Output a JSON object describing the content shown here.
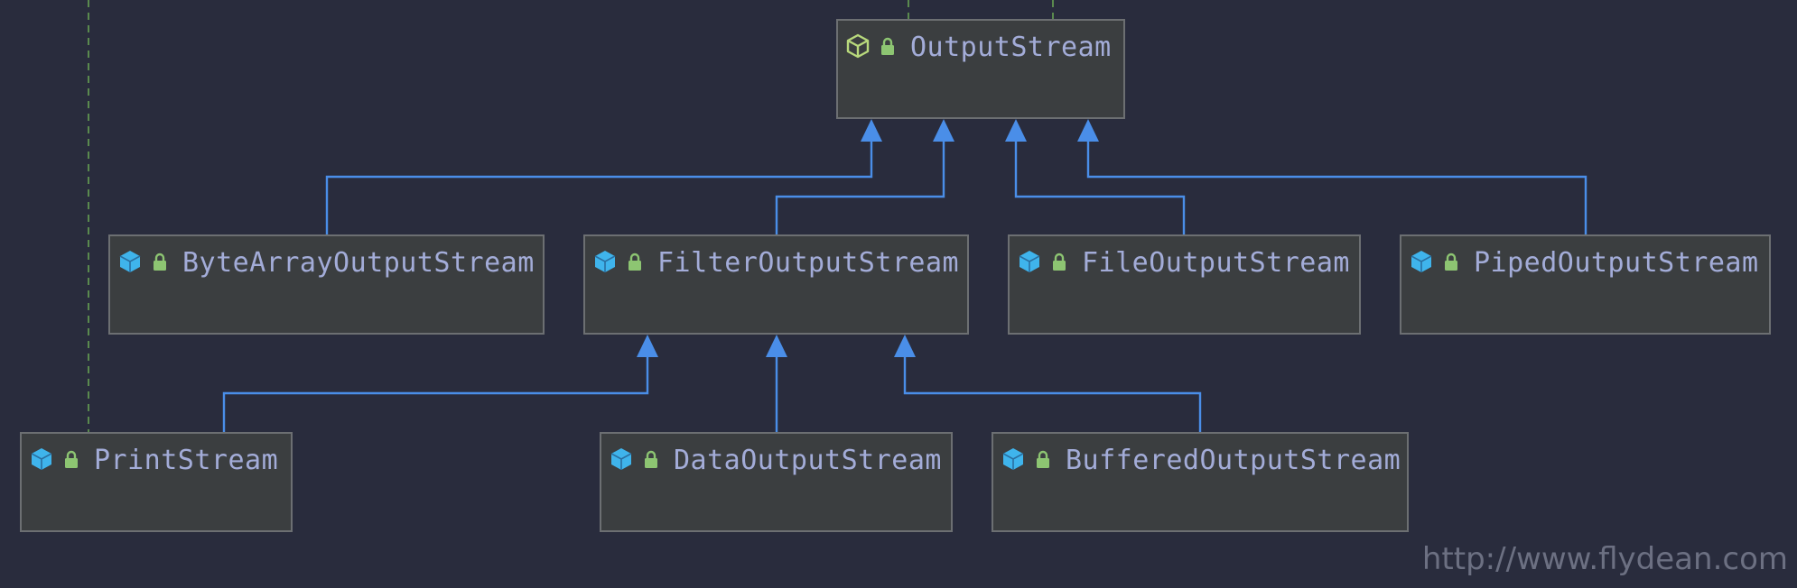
{
  "diagram": {
    "title": "",
    "colors": {
      "background": "#292c3d",
      "node_fill": "#3b3e40",
      "node_border": "#6c6f72",
      "edge": "#4a8ee8",
      "dashed": "#5a8a4e",
      "name_text": "#a3acd8",
      "interface_icon": "#b8d97c",
      "class_icon": "#3fb4ec",
      "lock": "#8dc572",
      "watermark": "#6c7082"
    },
    "nodes": [
      {
        "id": "outputstream",
        "label": "OutputStream",
        "icon": "abstract-class-outline-icon"
      },
      {
        "id": "bytearrayoutputstream",
        "label": "ByteArrayOutputStream",
        "icon": "class-icon"
      },
      {
        "id": "filteroutputstream",
        "label": "FilterOutputStream",
        "icon": "class-icon"
      },
      {
        "id": "fileoutputstream",
        "label": "FileOutputStream",
        "icon": "class-icon"
      },
      {
        "id": "pipedoutputstream",
        "label": "PipedOutputStream",
        "icon": "class-icon"
      },
      {
        "id": "printstream",
        "label": "PrintStream",
        "icon": "class-icon"
      },
      {
        "id": "dataoutputstream",
        "label": "DataOutputStream",
        "icon": "class-icon"
      },
      {
        "id": "bufferedoutputstream",
        "label": "BufferedOutputStream",
        "icon": "class-icon"
      }
    ],
    "edges": [
      {
        "from": "bytearrayoutputstream",
        "to": "outputstream",
        "kind": "extends"
      },
      {
        "from": "filteroutputstream",
        "to": "outputstream",
        "kind": "extends"
      },
      {
        "from": "fileoutputstream",
        "to": "outputstream",
        "kind": "extends"
      },
      {
        "from": "pipedoutputstream",
        "to": "outputstream",
        "kind": "extends"
      },
      {
        "from": "printstream",
        "to": "filteroutputstream",
        "kind": "extends"
      },
      {
        "from": "dataoutputstream",
        "to": "filteroutputstream",
        "kind": "extends"
      },
      {
        "from": "bufferedoutputstream",
        "to": "filteroutputstream",
        "kind": "extends"
      }
    ]
  },
  "watermark": "http://www.flydean.com"
}
